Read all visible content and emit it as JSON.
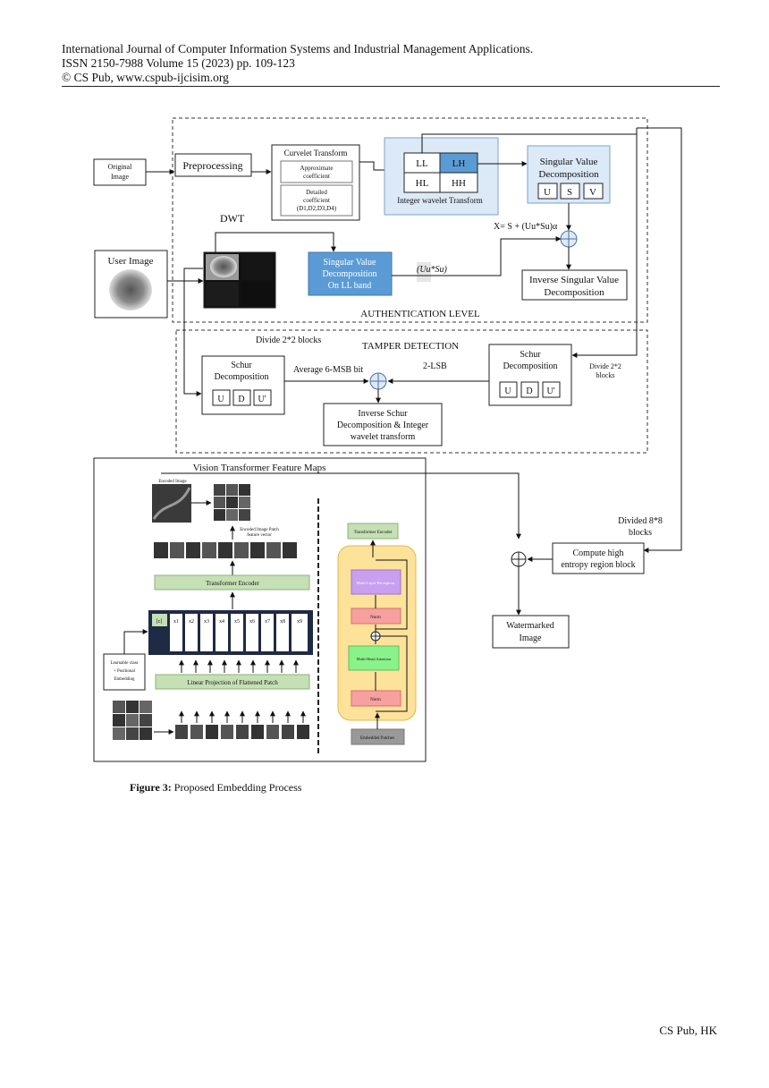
{
  "header": {
    "journal": "International Journal of Computer Information Systems and Industrial Management Applications.",
    "issn": "ISSN 2150-7988 Volume 15 (2023) pp. 109-123",
    "publisher": "© CS Pub, www.cspub-ijcisim.org"
  },
  "diagram": {
    "original_image": [
      "Original",
      "Image"
    ],
    "preprocessing": "Preprocessing",
    "curvelet_title": "Curvelet Transform",
    "approx_coeff": [
      "Approximate",
      "coefficient"
    ],
    "detailed_coeff": [
      "Detailed",
      "coefficient",
      "(D1,D2,D3,D4)"
    ],
    "subbands": [
      "LL",
      "LH",
      "HL",
      "HH"
    ],
    "iwt_label": "Integer wavelet Transform",
    "svd_title": [
      "Singular Value",
      "Decomposition"
    ],
    "usv": [
      "U",
      "S",
      "V"
    ],
    "formula": "X= S + (Uu*Su)α",
    "dwt_label": "DWT",
    "user_image": "User Image",
    "svd_ll": [
      "Singular Value",
      "Decomposition",
      "On LL band"
    ],
    "uu_su": "(Uu*Su)",
    "isvd": [
      "Inverse Singular Value",
      "Decomposition"
    ],
    "auth_level": "AUTHENTICATION LEVEL",
    "divide_2x2_left": "Divide 2*2 blocks",
    "tamper_detection": "TAMPER DETECTION",
    "schur_left": [
      "Schur",
      "Decomposition"
    ],
    "udu": [
      "U",
      "D",
      "U'"
    ],
    "avg_msb": "Average 6-MSB bit",
    "two_lsb": "2-LSB",
    "schur_right": [
      "Schur",
      "Decomposition"
    ],
    "divide_2x2_right": [
      "Divide 2*2",
      "blocks"
    ],
    "inverse_schur": [
      "Inverse Schur",
      "Decomposition & Integer",
      "wavelet transform"
    ],
    "vit_title": "Vision Transformer Feature Maps",
    "encoded_image": "Encoded Image",
    "encoded_patch": [
      "Encoded Image Patch",
      "feature vector"
    ],
    "transformer_encoder": "Transformer Encoder",
    "tokens": [
      "[c]",
      "x1",
      "x2",
      "x3",
      "x4",
      "x5",
      "x6",
      "x7",
      "x8",
      "x9"
    ],
    "learnable": [
      "Learnable class",
      "+ Positional",
      "Embedding"
    ],
    "linear_proj": "Linear Projection of Flattened Patch",
    "enc_title": "Transformer Encoder",
    "mlp": "Multi-Layer Perceptron",
    "norm": "Norm",
    "mha": "Multi-Head Attention",
    "embedded_patches": "Embedded Patches",
    "divided_8x8": [
      "Divided 8*8",
      "blocks"
    ],
    "compute_high": [
      "Compute high",
      "entropy region block"
    ],
    "watermarked": [
      "Watermarked",
      "Image"
    ]
  },
  "caption": {
    "label": "Figure 3:",
    "text": " Proposed Embedding Process"
  },
  "footer": "CS Pub, HK"
}
